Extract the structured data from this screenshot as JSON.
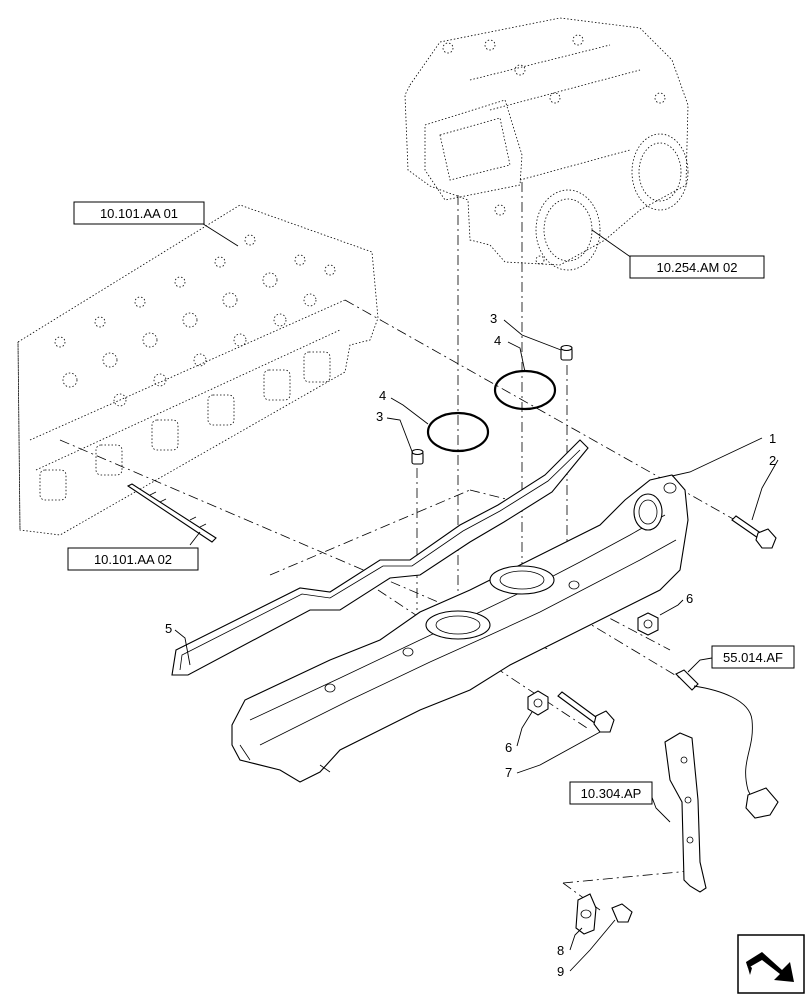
{
  "references": {
    "cylinder_head": "10.101.AA 01",
    "stud": "10.101.AA 02",
    "turbocharger": "10.254.AM 02",
    "sensor": "55.014.AF",
    "bracket": "10.304.AP"
  },
  "callouts": {
    "manifold": "1",
    "screw": "2",
    "dowel_top": "3",
    "dowel_left": "3",
    "oring_top": "4",
    "oring_left": "4",
    "gasket": "5",
    "nut_right": "6",
    "nut_bottom": "6",
    "stud_bolt": "7",
    "clip": "8",
    "clip_screw": "9"
  },
  "nav_icon": "next-page-arrow-icon"
}
